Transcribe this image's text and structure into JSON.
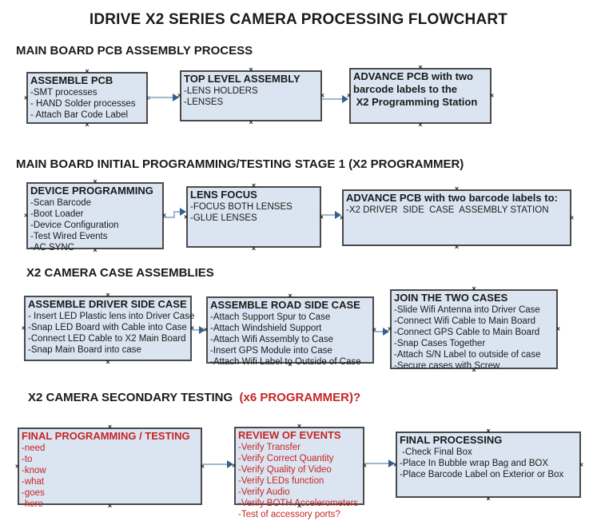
{
  "title": "IDRIVE X2  SERIES CAMERA PROCESSING FLOWCHART",
  "colors": {
    "background": "#ffffff",
    "box_fill": "#dbe5f1",
    "box_border": "#4a4a4a",
    "red_text": "#c52525",
    "arrow_line": "#9fb6cf",
    "arrow_head": "#365f91"
  },
  "sections": {
    "s1": "MAIN BOARD PCB ASSEMBLY PROCESS",
    "s2": "MAIN BOARD INITIAL PROGRAMMING/TESTING STAGE 1 (X2 PROGRAMMER)",
    "s3": "X2 CAMERA CASE ASSEMBLIES",
    "s4_black": "X2 CAMERA SECONDARY TESTING ",
    "s4_red": " (x6 PROGRAMMER)?"
  },
  "boxes": {
    "r1a": {
      "title": "ASSEMBLE PCB",
      "items": [
        "-SMT processes",
        "- HAND Solder processes",
        "- Attach Bar Code Label"
      ]
    },
    "r1b": {
      "title": "TOP LEVEL ASSEMBLY",
      "items": [
        "-LENS HOLDERS",
        "-LENSES"
      ]
    },
    "r1c": {
      "lines": [
        "ADVANCE PCB with two",
        "barcode labels to the",
        " X2 Programming Station"
      ]
    },
    "r2a": {
      "title": "DEVICE PROGRAMMING",
      "items": [
        "-Scan Barcode",
        "-Boot Loader",
        "-Device Configuration",
        "-Test Wired Events",
        "-AC SYNC"
      ]
    },
    "r2b": {
      "title": "LENS FOCUS",
      "items": [
        "-FOCUS BOTH LENSES",
        "-GLUE LENSES"
      ]
    },
    "r2c": {
      "title": "ADVANCE PCB with two barcode labels to:",
      "items": [
        "-X2 DRIVER  SIDE  CASE  ASSEMBLY STATION"
      ]
    },
    "r3a": {
      "title": "ASSEMBLE DRIVER SIDE CASE",
      "items": [
        "- Insert LED Plastic lens into Driver Case",
        "-Snap LED Board with Cable into Case",
        "-Connect LED Cable to X2 Main Board",
        "-Snap Main Board into case"
      ]
    },
    "r3b": {
      "title": "ASSEMBLE ROAD SIDE CASE",
      "items": [
        "-Attach Support Spur to Case",
        "-Attach Windshield Support",
        "-Attach Wifi Assembly to Case",
        "-Insert GPS Module into Case",
        "-Attach Wifi Label to Outside of Case"
      ]
    },
    "r3c": {
      "title": "JOIN THE TWO CASES",
      "items": [
        "-Slide Wifi Antenna into Driver Case",
        "-Connect Wifi Cable to Main Board",
        "-Connect GPS Cable to Main Board",
        "-Snap Cases Together",
        "-Attach S/N Label to outside of case",
        "-Secure cases with Screw"
      ]
    },
    "r4a": {
      "title": "FINAL PROGRAMMING / TESTING",
      "items": [
        "-need",
        "-to",
        "-know",
        "-what",
        "-goes",
        "-here"
      ]
    },
    "r4b": {
      "title": "REVIEW OF EVENTS",
      "items": [
        "-Verify Transfer",
        "-Verify Correct Quantity",
        "-Verify Quality of Video",
        "-Verify LEDs function",
        "-Verify Audio",
        "-Verify BOTH Accelerometers",
        "-Test of accessory ports?"
      ]
    },
    "r4c": {
      "title": "FINAL PROCESSING",
      "items": [
        " -Check Final Box",
        "-Place In Bubble wrap Bag and BOX",
        "-Place Barcode Label on Exterior or Box"
      ]
    }
  }
}
